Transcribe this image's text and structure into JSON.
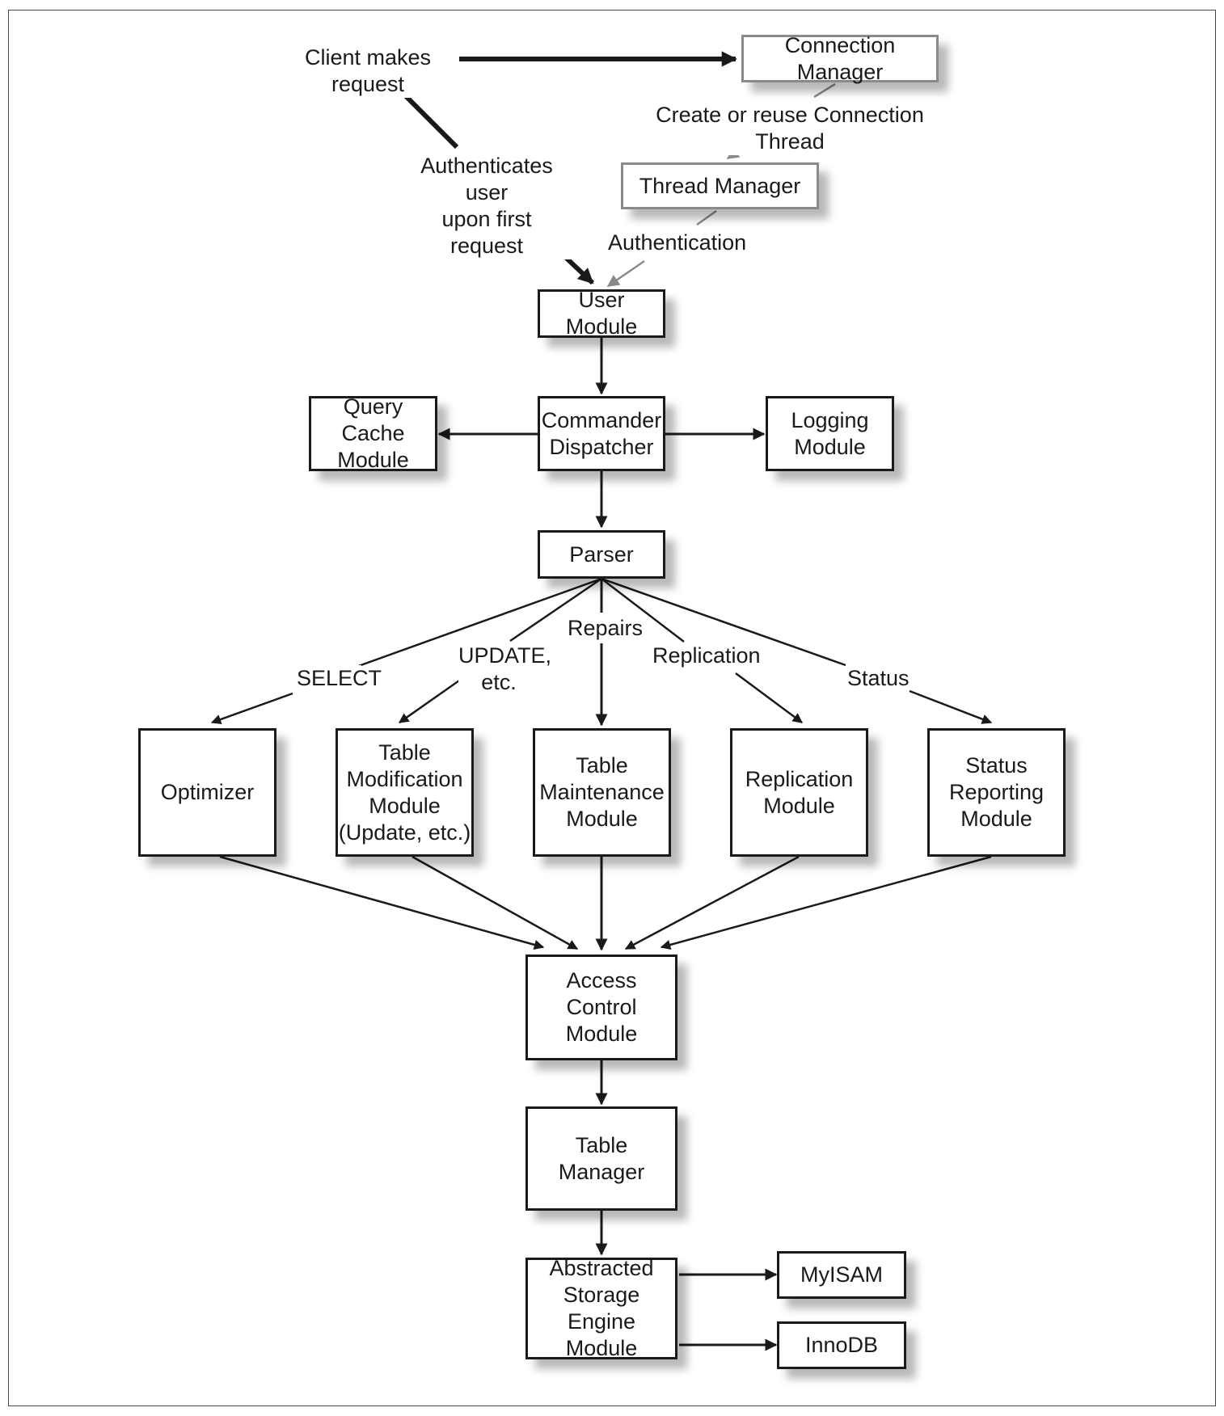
{
  "nodes": {
    "connection_manager": "Connection Manager",
    "thread_manager": "Thread Manager",
    "user_module": "User Module",
    "query_cache_module": "Query Cache\nModule",
    "commander_dispatcher": "Commander\nDispatcher",
    "logging_module": "Logging\nModule",
    "parser": "Parser",
    "optimizer": "Optimizer",
    "table_modification_module": "Table\nModification\nModule\n(Update, etc.)",
    "table_maintenance_module": "Table\nMaintenance\nModule",
    "replication_module": "Replication\nModule",
    "status_reporting_module": "Status\nReporting\nModule",
    "access_control_module": "Access\nControl\nModule",
    "table_manager": "Table\nManager",
    "abstracted_storage_engine_module": "Abstracted\nStorage Engine\nModule",
    "myisam": "MyISAM",
    "innodb": "InnoDB"
  },
  "labels": {
    "client_makes_request": "Client makes request",
    "create_or_reuse": "Create or reuse Connection Thread",
    "authentication": "Authentication",
    "authenticates_user": "Authenticates user\nupon first request",
    "select": "SELECT",
    "update_etc": "UPDATE,\netc.",
    "repairs": "Repairs",
    "replication": "Replication",
    "status": "Status"
  }
}
